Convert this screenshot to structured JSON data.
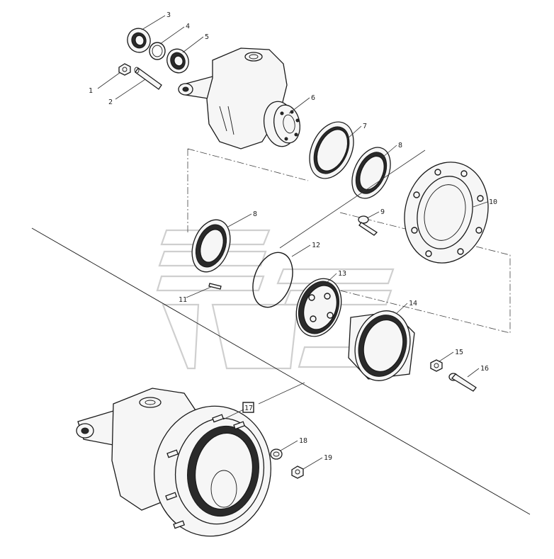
{
  "labels": {
    "l1": "1",
    "l2": "2",
    "l3": "3",
    "l4": "4",
    "l5": "5",
    "l6": "6",
    "l7": "7",
    "l8a": "8",
    "l8b": "8",
    "l9": "9",
    "l10": "10",
    "l11": "11",
    "l12": "12",
    "l13": "13",
    "l14": "14",
    "l15": "15",
    "l16": "16",
    "l17": "17",
    "l18": "18",
    "l19": "19"
  },
  "colors": {
    "line": "#1a1a1a",
    "watermark": "#cfcfcf",
    "background": "#ffffff"
  }
}
